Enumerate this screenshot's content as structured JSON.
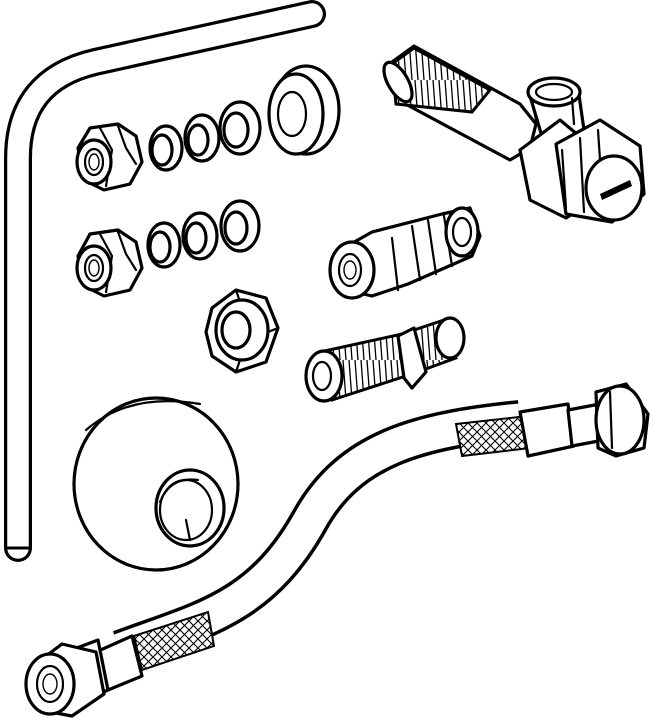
{
  "figure": {
    "background": "#ffffff",
    "line_color": "#000000",
    "parts": [
      {
        "id": "pipe",
        "icon": "bent-pipe-icon"
      },
      {
        "id": "compression-nut-1",
        "icon": "compression-nut-icon"
      },
      {
        "id": "compression-nut-2",
        "icon": "compression-nut-icon"
      },
      {
        "id": "olive-rings",
        "icon": "sealing-ring-icon"
      },
      {
        "id": "gasket",
        "icon": "gasket-icon"
      },
      {
        "id": "angle-valve",
        "icon": "angle-valve-icon"
      },
      {
        "id": "quick-connector",
        "icon": "quick-connector-icon"
      },
      {
        "id": "hex-nut",
        "icon": "hex-nut-icon"
      },
      {
        "id": "threaded-nipple",
        "icon": "threaded-nipple-icon"
      },
      {
        "id": "wall-rosette",
        "icon": "rosette-icon"
      },
      {
        "id": "braided-hose",
        "icon": "braided-hose-icon"
      }
    ]
  }
}
